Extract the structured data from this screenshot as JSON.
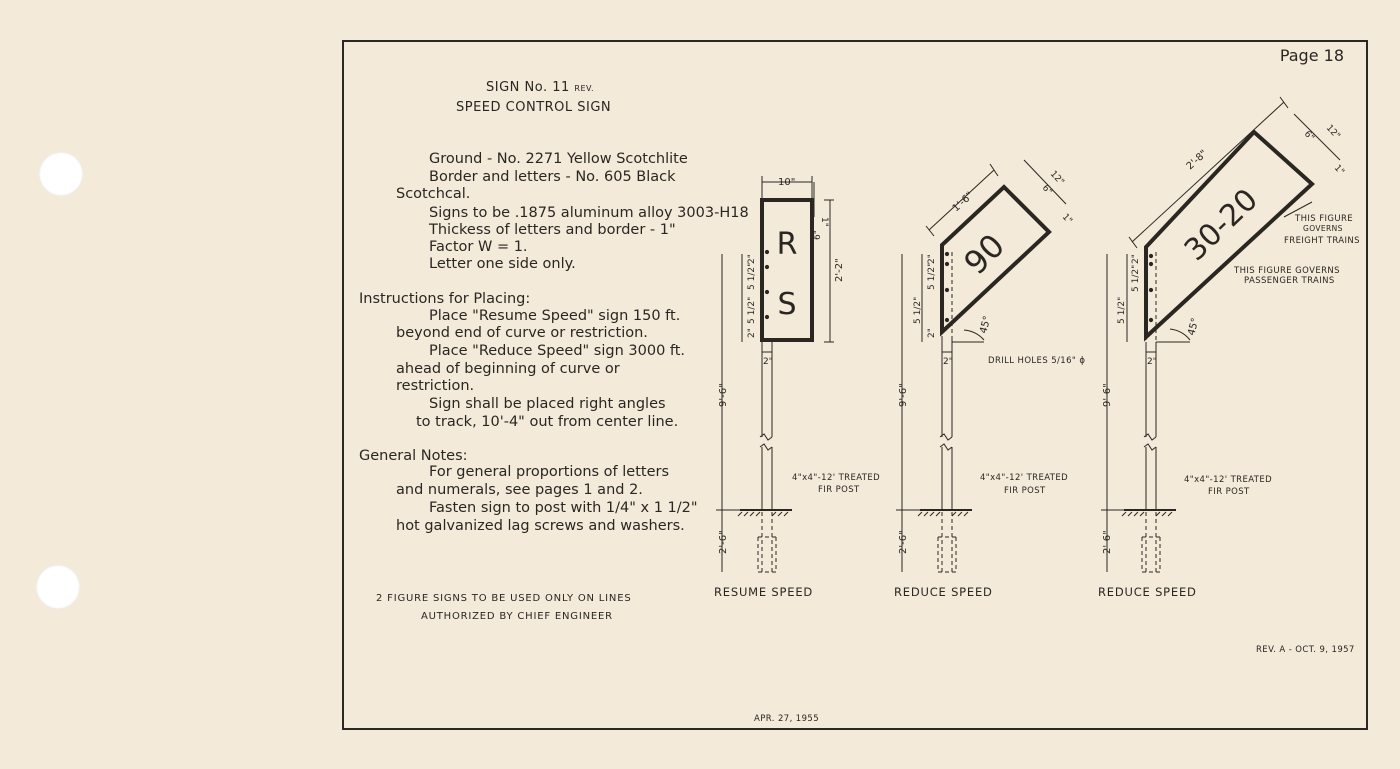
{
  "page": "Page 18",
  "heading": {
    "sign_no": "SIGN No. 11",
    "rev_suffix": "REV.",
    "name": "SPEED CONTROL SIGN"
  },
  "specs": [
    "Ground - No. 2271 Yellow Scotchlite",
    "Border and letters - No. 605 Black",
    "Scotchcal.",
    "Signs to be .1875 aluminum alloy 3003-H18",
    "Thickess of letters and border - 1\"",
    "Factor W = 1.",
    "Letter one side only."
  ],
  "instructions": {
    "heading": "Instructions for Placing:",
    "lines": [
      "Place \"Resume Speed\" sign 150 ft.",
      "beyond end of curve or restriction.",
      "Place \"Reduce Speed\" sign 3000 ft.",
      "ahead of beginning of curve or",
      "restriction.",
      "Sign shall be placed right angles",
      "to track, 10'-4\" out from center line."
    ]
  },
  "general_notes": {
    "heading": "General Notes:",
    "lines": [
      "For general proportions of letters",
      "and numerals, see pages 1 and 2.",
      "Fasten sign to post with 1/4\" x 1 1/2\"",
      "hot galvanized lag screws and washers."
    ]
  },
  "footnote": {
    "line1": "2 FIGURE SIGNS TO BE USED ONLY ON LINES",
    "line2": "AUTHORIZED BY CHIEF ENGINEER"
  },
  "revision": "REV. A - OCT. 9, 1957",
  "date": "APR. 27, 1955",
  "signs": {
    "resume": {
      "letter_top": "R",
      "letter_bottom": "S",
      "caption": "RESUME SPEED",
      "post_note_1": "4\"x4\"-12' TREATED",
      "post_note_2": "FIR POST",
      "dims": {
        "width": "10\"",
        "top_border": "1\"",
        "letter": "6\"",
        "height": "2'-2\"",
        "spacing_a": "2\"",
        "spacing_b": "5 1/2\"",
        "spacing_c": "5 1/2\"",
        "spacing_d": "2\"",
        "post_offset": "2\"",
        "post_height": "9'-6\"",
        "buried": "2'-6\""
      }
    },
    "reduce_one": {
      "number": "90",
      "caption": "REDUCE SPEED",
      "post_note_1": "4\"x4\"-12' TREATED",
      "post_note_2": "FIR POST",
      "drill_note": "DRILL HOLES 5/16\" ϕ",
      "dims": {
        "length": "1'-6\"",
        "width": "12\"",
        "letter": "6\"",
        "border": "1\"",
        "angle": "45°",
        "spacing_a": "2\"",
        "spacing_b": "5 1/2\"",
        "spacing_c": "5 1/2\"",
        "spacing_d": "2\"",
        "post_offset": "2\"",
        "post_height": "9'-6\"",
        "buried": "2'-6\""
      }
    },
    "reduce_two": {
      "number": "30-20",
      "caption": "REDUCE SPEED",
      "post_note_1": "4\"x4\"-12' TREATED",
      "post_note_2": "FIR POST",
      "freight_1": "THIS FIGURE",
      "freight_2": "GOVERNS",
      "freight_3": "FREIGHT TRAINS",
      "passenger_1": "THIS FIGURE GOVERNS",
      "passenger_2": "PASSENGER TRAINS",
      "dims": {
        "length": "2'-8\"",
        "width": "12\"",
        "letter": "6\"",
        "border": "1\"",
        "angle": "45°",
        "spacing_a": "2\"",
        "spacing_b": "5 1/2\"",
        "spacing_c": "5 1/2\"",
        "post_offset": "2\"",
        "post_height": "9'-6\"",
        "buried": "2'-6\""
      }
    }
  }
}
